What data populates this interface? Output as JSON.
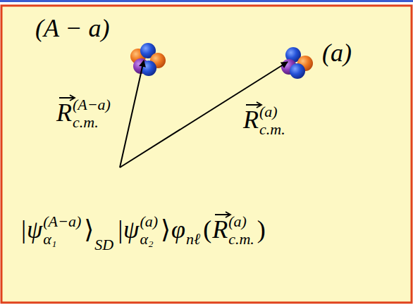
{
  "diagram": {
    "labels": [
      "(A − a)",
      "(a)",
      "R",
      "(A−a)",
      "c.m.",
      "R",
      "(a)",
      "c.m.",
      "|ψ",
      "(A−a)",
      "α₁",
      "⟩",
      "SD",
      "|ψ",
      "(a)",
      "α₂",
      "⟩",
      "φ",
      "nℓ",
      "(",
      "R",
      "(a)",
      "c.m.",
      ")"
    ]
  }
}
